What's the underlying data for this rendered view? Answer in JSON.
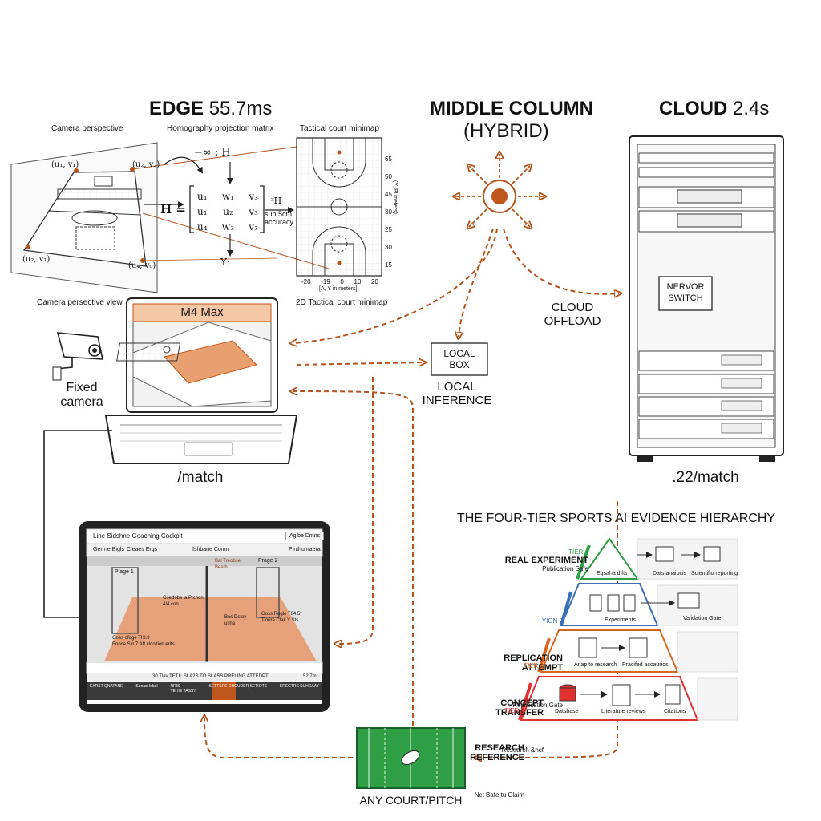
{
  "headers": {
    "edge_title": "EDGE",
    "edge_value": "55.7ms",
    "middle_title": "MIDDLE COLUMN",
    "middle_sub": "(HYBRID)",
    "cloud_title": "CLOUD",
    "cloud_value": "2.4s"
  },
  "homography": {
    "camera_perspective": "Camera perspective",
    "projection_matrix": "Homography projection matrix",
    "tactical_minimap": "Tactical court minimap",
    "camera_perspective_view": "Camera persective view",
    "tactical_minimap_2d": "2D Tactical court minimap",
    "pt_tl": "(u₁, v₁)",
    "pt_tr": "(u₂, v₂)",
    "pt_bl": "(u₂, v₁)",
    "pt_br": "(u₄, v₀)",
    "h_top": "−∞ : H",
    "h_eq": "H =",
    "m11": "u₁",
    "m12": "w₁",
    "m13": "v₃",
    "m21": "u₁",
    "m22": "u₂",
    "m23": "v₃",
    "m31": "u₄",
    "m32": "w₃",
    "m33": "v₃",
    "h_right": "ᶻH",
    "accuracy": "sub 5cm\naccuracy",
    "y1": "Y₁",
    "y_ticks": [
      "65",
      "50",
      "45",
      "30",
      "25",
      "30",
      "15"
    ],
    "x_ticks": [
      "-20",
      "-19",
      "0",
      "10",
      "20"
    ],
    "y_axis": "(Y, Pl meters)",
    "x_axis": "[A, Y in meters]"
  },
  "edge": {
    "laptop_label": "M4 Max",
    "camera_label": "Fixed\ncamera",
    "match": "/match"
  },
  "middle": {
    "local_box": "LOCAL\nBOX",
    "local_inference": "LOCAL\nINFERENCE",
    "cloud_offload": "CLOUD\nOFFLOAD"
  },
  "cloud": {
    "switch_label": "NERVOR\nSWITCH",
    "match": ".22/match"
  },
  "tablet": {
    "title": "Line Sidshne Goaching Cockpit",
    "top_button": "Agibe Dmns",
    "filter1": "Gerrne Bigls",
    "filter2": "Cleaes Ergs",
    "filter3": "Ishbane Comn",
    "filter4": "Pinthumaera",
    "player1": "Piage 1",
    "player2": "Prage 2",
    "note_center_top": "Bal Treobse\nBeath",
    "note_center": "Gsedobs la Ptchon\n4/4 con",
    "note_right_mid": "Bos Dstoy\nusha",
    "note_left_bottom": "Goss ofoge TIS.9\nEnoce Sln 7 Aft clooition erits",
    "note_right_bottom": "Goss Rogle T84.5°\nTionre Clak Y Sts",
    "bottom_strip": "30 Tlav TETIL SLA2S TO SLASS PRELING ATTEDPT",
    "bottom_value": "52.7m",
    "tabs": [
      "EXRST QNATANE",
      "Sunacl lobal",
      "RRIS\nTEHIE TASSY",
      "SETTSRE CHOUDER SETIOTS",
      "ERECTRS SUHCAAY"
    ]
  },
  "pitch": {
    "label": "ANY COURT/PITCH"
  },
  "hierarchy": {
    "title": "THE FOUR-TIER SPORTS AI EVIDENCE HIERARCHY",
    "tiers": [
      {
        "tag": "TIER 1",
        "name": "REAL EXPERIMENT",
        "sub": "Publication Safe",
        "items": [
          "Eqsaha difts",
          "Dats anaipcis",
          "Scientifio reporting"
        ],
        "color": "#2f9e44"
      },
      {
        "tag": "YIGN 2",
        "name": "REPLICATION\nATTEMPT",
        "sub": "Replicsstion Gate",
        "items": [
          "Experiments",
          "Validation Gate"
        ],
        "color": "#3b6fb6"
      },
      {
        "tag": "TIER 3",
        "name": "CONCEPT\nTRANSFER",
        "sub": "Research &hcf",
        "items": [
          "Arlap to research",
          "Pracifed accaurios"
        ],
        "color": "#d9661f"
      },
      {
        "tag": "TIER 4",
        "name": "RESEARCH\nREFERENCE",
        "sub": "Nct Bafe tu Claim",
        "items": [
          "Datsbase",
          "Literature reviews",
          "Citations"
        ],
        "color": "#e03131"
      }
    ]
  },
  "colors": {
    "accent": "#c0561b",
    "dash": "#b5531d",
    "pitch_green": "#2f9e44",
    "tier1": "#2f9e44",
    "tier2": "#3b6fb6",
    "tier3": "#d9661f",
    "tier4": "#e03131"
  }
}
